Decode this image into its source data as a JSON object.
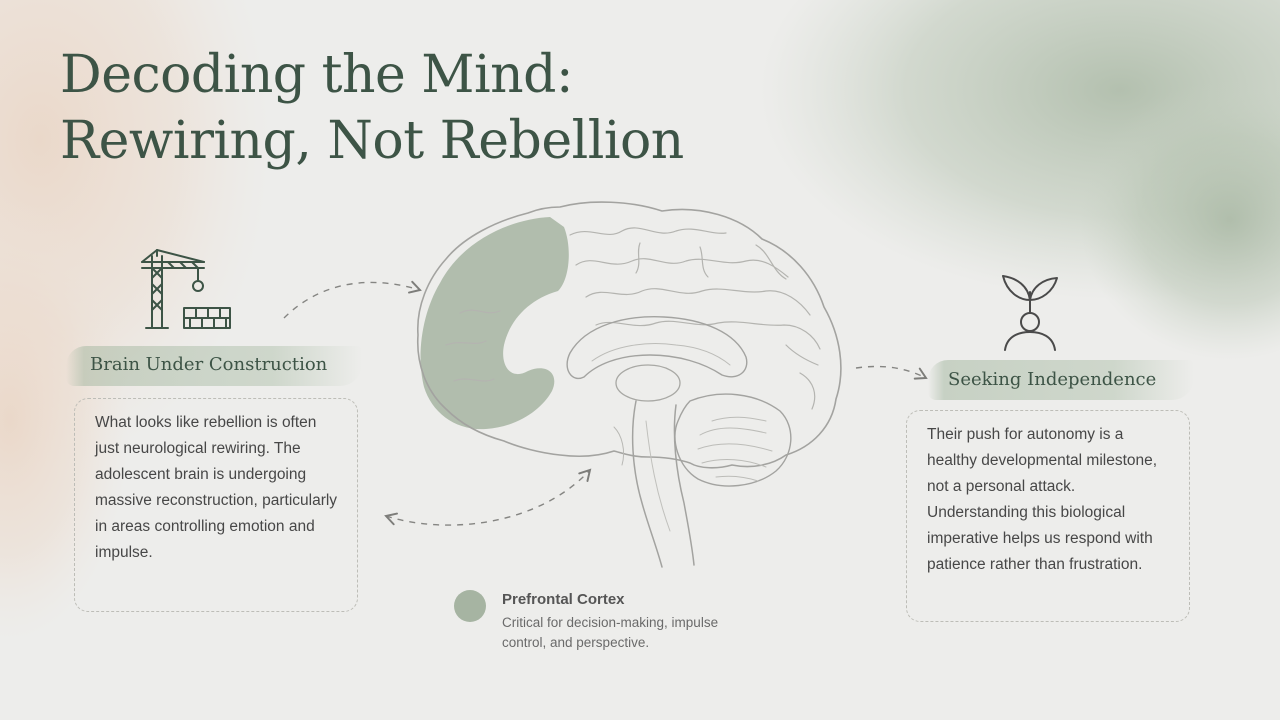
{
  "slide": {
    "title_line1": "Decoding the Mind:",
    "title_line2": "Rewiring, Not Rebellion"
  },
  "left_section": {
    "icon": "construction-crane-icon",
    "heading": "Brain Under Construction",
    "body": "What looks like rebellion is often just neurological rewiring. The adolescent brain is undergoing massive reconstruction, particularly in areas controlling emotion and impulse."
  },
  "right_section": {
    "icon": "sprouting-person-icon",
    "heading": "Seeking Independence",
    "body": "Their push for autonomy is a healthy developmental milestone, not a personal attack. Understanding this biological imperative helps us respond with patience rather than frustration."
  },
  "legend": {
    "title": "Prefrontal Cortex",
    "description": "Critical for decision-making, impulse control, and perspective."
  },
  "colors": {
    "title": "#3d5446",
    "accent_green": "#a6b4a2",
    "background": "#ededeb"
  }
}
